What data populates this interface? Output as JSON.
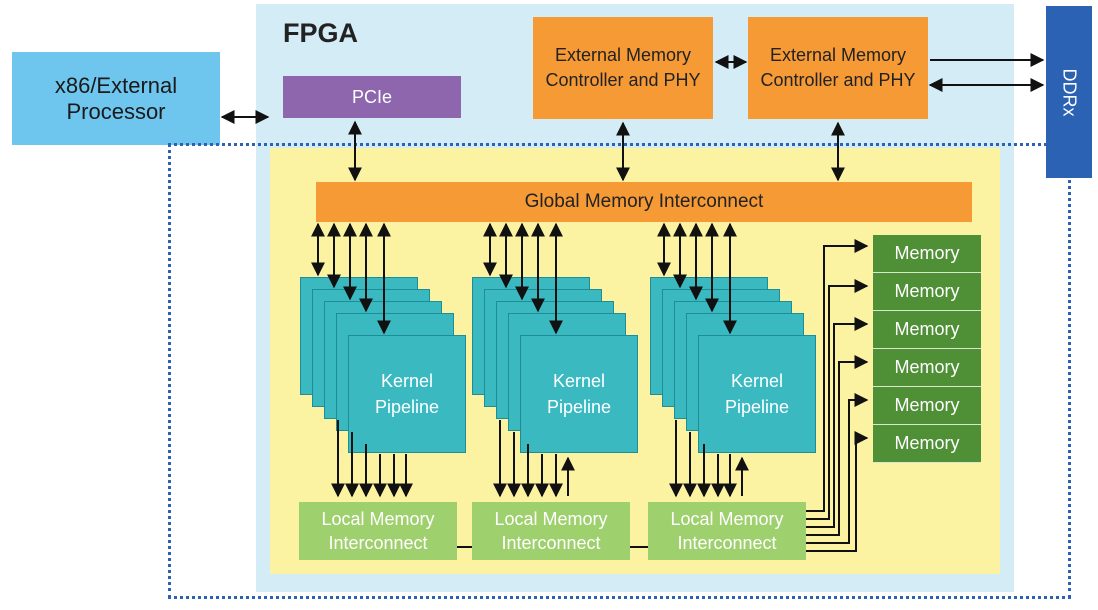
{
  "fpga": {
    "title": "FPGA"
  },
  "host": {
    "label": "x86/External\nProcessor"
  },
  "pcie": {
    "label": "PCIe"
  },
  "memory_controllers": [
    {
      "label": "External Memory\nController and PHY"
    },
    {
      "label": "External Memory\nController and PHY"
    }
  ],
  "ddr": {
    "label": "DDRx"
  },
  "global_interconnect": {
    "label": "Global Memory Interconnect"
  },
  "kernels": [
    {
      "label": "Kernel\nPipeline"
    },
    {
      "label": "Kernel\nPipeline"
    },
    {
      "label": "Kernel\nPipeline"
    }
  ],
  "local_interconnects": [
    {
      "label": "Local Memory\nInterconnect"
    },
    {
      "label": "Local Memory\nInterconnect"
    },
    {
      "label": "Local Memory\nInterconnect"
    }
  ],
  "memories": [
    {
      "label": "Memory"
    },
    {
      "label": "Memory"
    },
    {
      "label": "Memory"
    },
    {
      "label": "Memory"
    },
    {
      "label": "Memory"
    },
    {
      "label": "Memory"
    }
  ],
  "colors": {
    "fpga_bg": "#d4ecf5",
    "kernel_area_bg": "#fbf3a1",
    "host": "#6ec6ef",
    "pcie": "#8e66ad",
    "orange": "#f69a36",
    "ddr": "#2b62b4",
    "kernel": "#3ab9c1",
    "local_interconnect": "#9fd06e",
    "memory": "#4f8f36"
  }
}
